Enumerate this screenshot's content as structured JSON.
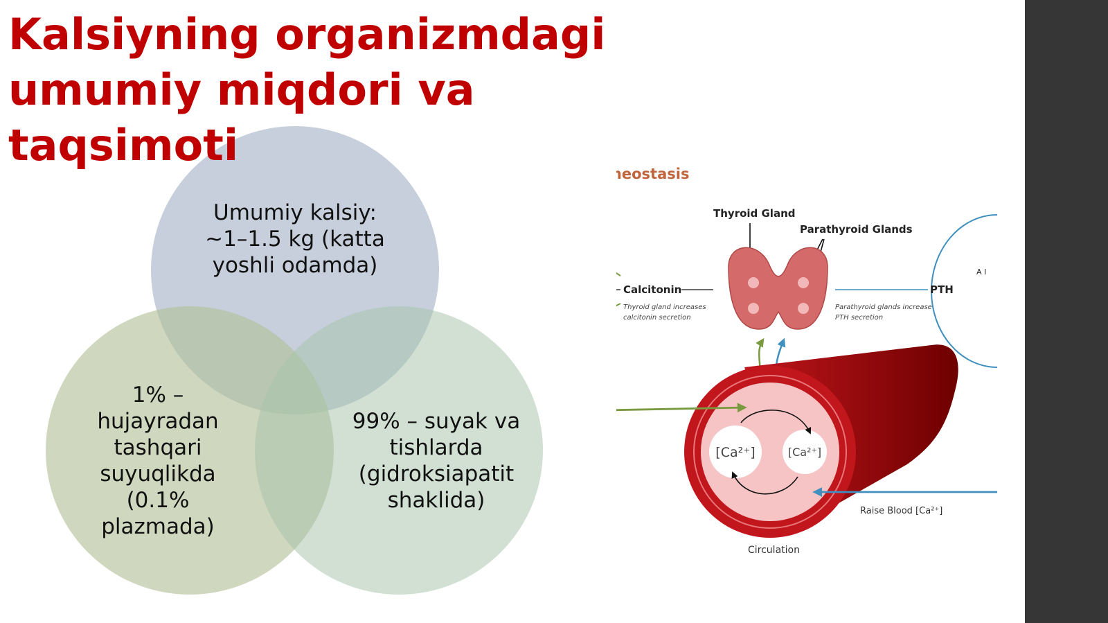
{
  "slide": {
    "title": "Kalsiyning organizmdagi\numumiy miqdori va\ntaqsimoti"
  },
  "venn": {
    "circles": [
      {
        "text": "Umumiy kalsiy:\n~1–1.5 kg (katta\nyoshli odamda)",
        "color": "#b8c4d2"
      },
      {
        "text": "1% –\nhujayradan\ntashqari\nsuyuqlikda\n(0.1%\nplazmada)",
        "color": "#c2cdb0"
      },
      {
        "text": "99% – suyak va\ntishlarda\n(gidroksiapatit\nshaklida)",
        "color": "#b8d0bd"
      }
    ]
  },
  "diagram": {
    "heading": "meostasis",
    "thyroid_label": "Thyroid Gland",
    "parathyroid_label": "Parathyroid Glands",
    "calcitonin_label": "Calcitonin",
    "calcitonin_note_1": "Thyroid gland increases",
    "calcitonin_note_2": "calcitonin secretion",
    "pth_label": "PTH",
    "pth_note_1": "Parathyroid glands increase",
    "pth_note_2": "PTH secretion",
    "ca_left": "[Ca²⁺]",
    "ca_right": "[Ca²⁺]",
    "raise_label": "Raise Blood [Ca²⁺]",
    "circulation_label": "Circulation",
    "edge_fragment": "A I",
    "colors": {
      "gland": "#d46a6a",
      "vessel_dark": "#8b0000",
      "vessel_mid": "#c0161c",
      "lumen": "#f6c4c4",
      "green_arrow": "#7a9a3f",
      "blue_arrow": "#3f8fbf",
      "heading": "#c0643a"
    }
  }
}
